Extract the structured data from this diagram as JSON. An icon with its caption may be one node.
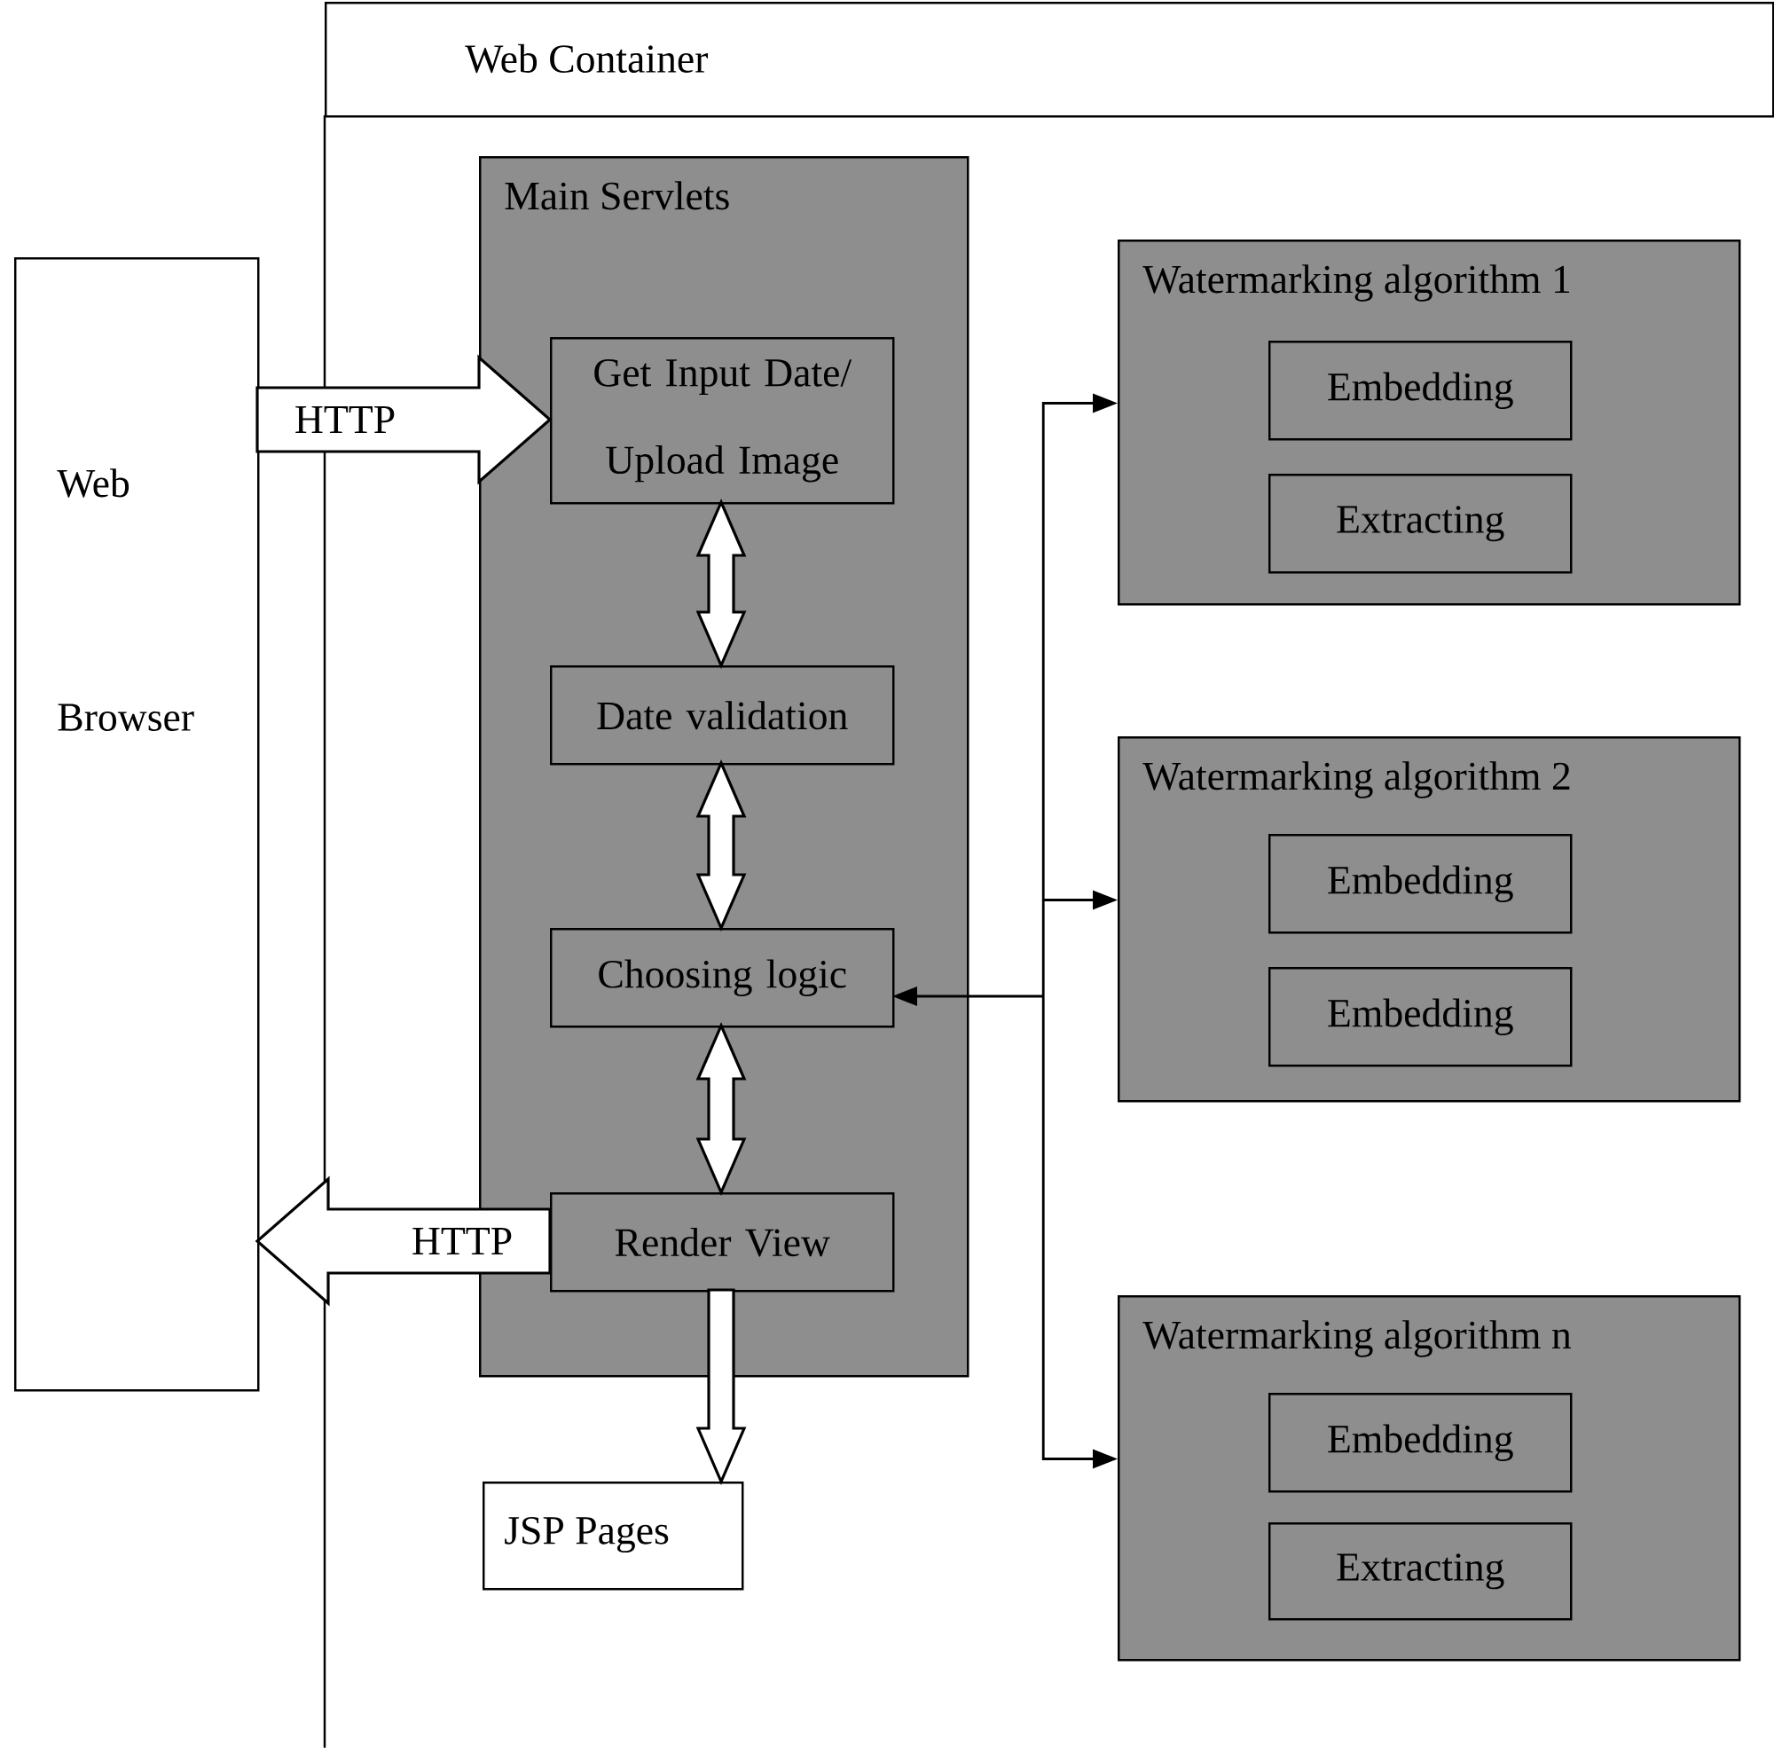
{
  "diagram": {
    "nodes": [
      {
        "text": [
          "Web Container"
        ]
      },
      {
        "text": [
          "Web Browser"
        ]
      },
      {
        "text": [
          "Main Servlets"
        ],
        "in": 0
      },
      {
        "text": [
          "Get Input Date/ Upload Image"
        ],
        "in": 2
      },
      {
        "text": [
          "Date validation"
        ],
        "in": 2
      },
      {
        "text": [
          "Choosing logic"
        ],
        "in": 2
      },
      {
        "text": [
          "Render View"
        ],
        "in": 2
      },
      {
        "text": [
          "JSP Pages"
        ],
        "in": 0
      },
      {
        "text": [
          "Watermarking algorithm 1"
        ],
        "in": 0
      },
      {
        "text": [
          "Embedding"
        ],
        "in": 8
      },
      {
        "text": [
          "Extracting"
        ],
        "in": 8
      },
      {
        "text": [
          "Watermarking algorithm 2"
        ],
        "in": 0
      },
      {
        "text": [
          "Embedding"
        ],
        "in": 11
      },
      {
        "text": [
          "Embedding"
        ],
        "in": 11
      },
      {
        "text": [
          "Watermarking algorithm n"
        ],
        "in": 0
      },
      {
        "text": [
          "Embedding"
        ],
        "in": 14
      },
      {
        "text": [
          "Extracting"
        ],
        "in": 14
      }
    ],
    "edges": [
      {
        "from": 1,
        "to": 3,
        "arrow": "to",
        "label": "HTTP",
        "style": "thick"
      },
      {
        "from": 6,
        "to": 1,
        "arrow": "to",
        "label": "HTTP",
        "style": "thick"
      },
      {
        "from": 3,
        "to": 4,
        "arrow": "both",
        "style": "thick"
      },
      {
        "from": 4,
        "to": 5,
        "arrow": "both",
        "style": "thick"
      },
      {
        "from": 5,
        "to": 6,
        "arrow": "both",
        "style": "thick"
      },
      {
        "from": 6,
        "to": 7,
        "arrow": "to",
        "style": "thick"
      },
      {
        "from": 5,
        "to": 8,
        "arrow": "both"
      },
      {
        "from": 5,
        "to": 11,
        "arrow": "both"
      },
      {
        "from": 5,
        "to": 14,
        "arrow": "both"
      }
    ]
  }
}
